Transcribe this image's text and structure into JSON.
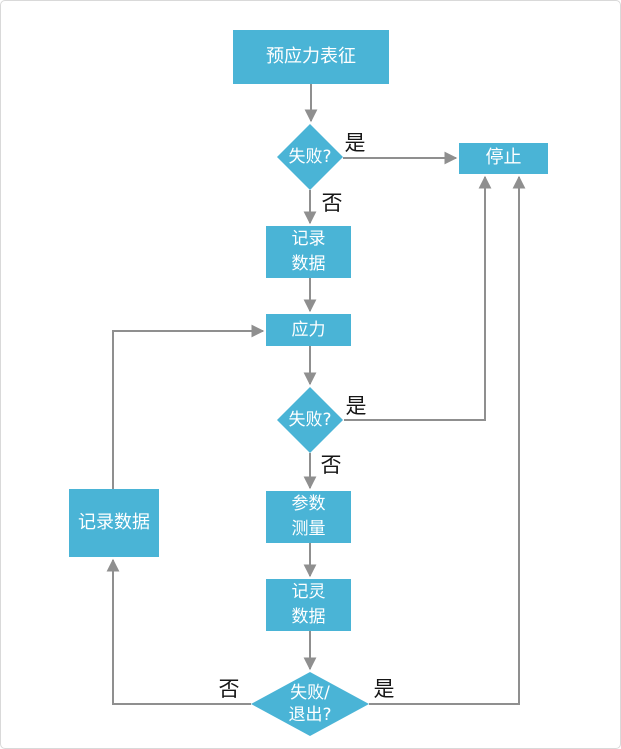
{
  "diagram": {
    "nodes": {
      "start": {
        "label": "预应力表征",
        "type": "process"
      },
      "fail1": {
        "label": "失败?",
        "type": "decision"
      },
      "record_data_1": {
        "label": "记录\n数据",
        "type": "process"
      },
      "stress": {
        "label": "应力",
        "type": "process"
      },
      "fail2": {
        "label": "失败?",
        "type": "decision"
      },
      "param_measure": {
        "label": "参数\n测量",
        "type": "process"
      },
      "record_data_2": {
        "label": "记灵\n数据",
        "type": "process"
      },
      "fail_exit": {
        "label": "失败/\n退出?",
        "type": "decision"
      },
      "record_data_left": {
        "label": "记录数据",
        "type": "process"
      },
      "stop": {
        "label": "停止",
        "type": "process"
      }
    },
    "edge_labels": {
      "yes1": "是",
      "no1": "否",
      "yes2": "是",
      "no2": "否",
      "no3": "否",
      "yes3": "是"
    },
    "colors": {
      "node_fill": "#4ab4d6",
      "node_text": "#ffffff",
      "connector": "#8f8f8f",
      "edge_label_text": "#161616",
      "page_border": "#d9d9d9"
    }
  }
}
